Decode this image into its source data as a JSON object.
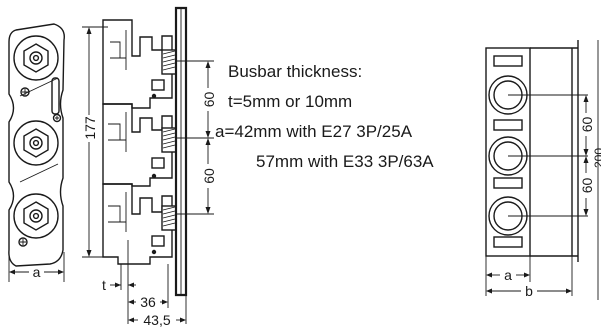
{
  "title": "",
  "notes": {
    "heading": "Busbar thickness:",
    "thickness": "t=5mm or 10mm",
    "a_line1": "a=42mm with E27 3P/25A",
    "a_line2": "57mm with E33 3P/63A"
  },
  "dimensions": {
    "a_front": "a",
    "height_177": "177",
    "pitch_upper": "60",
    "pitch_lower": "60",
    "t": "t",
    "d36": "36",
    "d43_5": "43,5",
    "right_pitch_upper": "60",
    "right_pitch_lower": "60",
    "right_overall": "200",
    "a_right": "a",
    "b_right": "b"
  },
  "colors": {
    "line": "#1a1a1a",
    "background": "#ffffff"
  }
}
